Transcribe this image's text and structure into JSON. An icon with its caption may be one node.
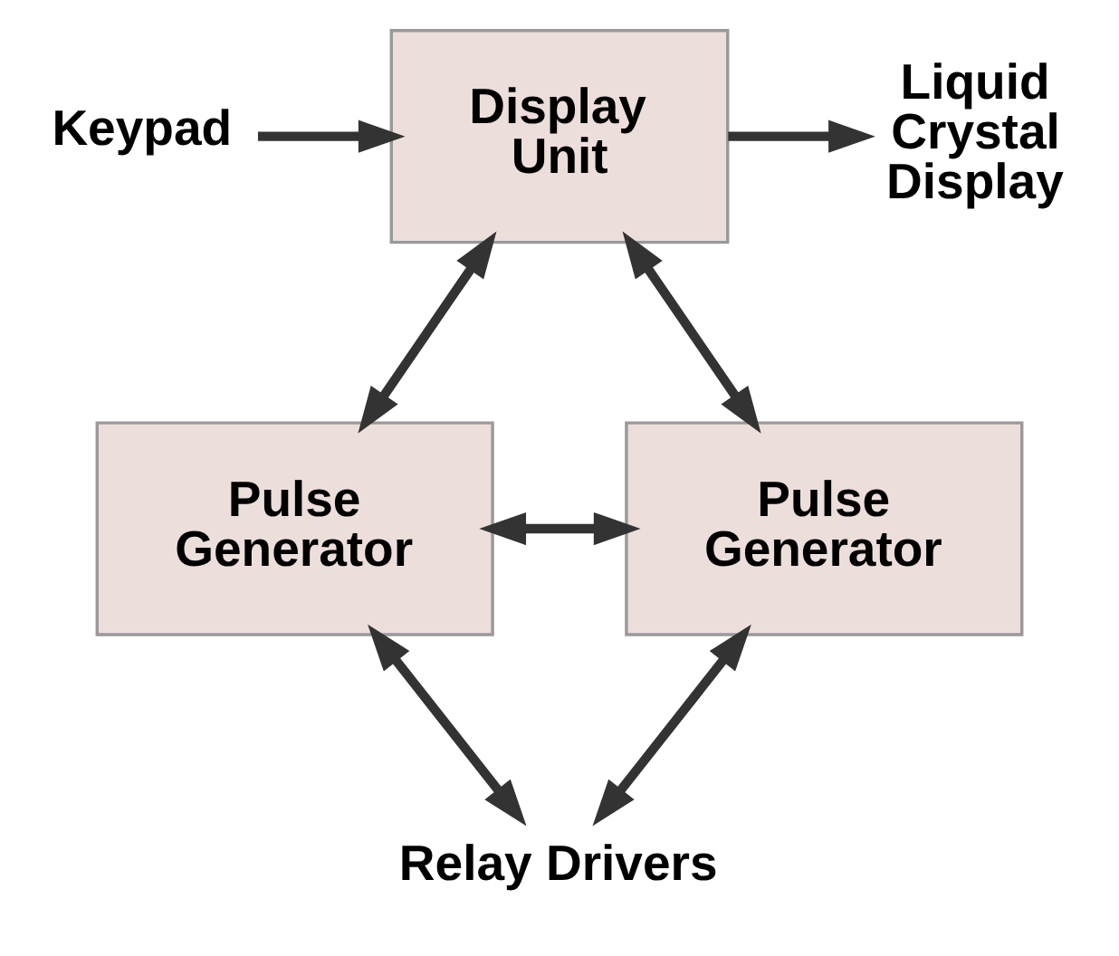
{
  "diagram": {
    "nodes": [
      {
        "text": [
          "Keypad"
        ]
      },
      {
        "text": [
          "Display Unit"
        ]
      },
      {
        "text": [
          "Liquid Crystal Display"
        ]
      },
      {
        "text": [
          "Pulse Generator"
        ]
      },
      {
        "text": [
          "Pulse Generator"
        ]
      },
      {
        "text": [
          "Relay Drivers"
        ]
      }
    ],
    "edges": [
      {
        "from": 0,
        "to": 1,
        "arrow": "to"
      },
      {
        "from": 1,
        "to": 2,
        "arrow": "to"
      },
      {
        "from": 1,
        "to": 3,
        "arrow": "both"
      },
      {
        "from": 1,
        "to": 4,
        "arrow": "both"
      },
      {
        "from": 3,
        "to": 4,
        "arrow": "both"
      },
      {
        "from": 3,
        "to": 5,
        "arrow": "both"
      },
      {
        "from": 4,
        "to": 5,
        "arrow": "both"
      }
    ]
  }
}
